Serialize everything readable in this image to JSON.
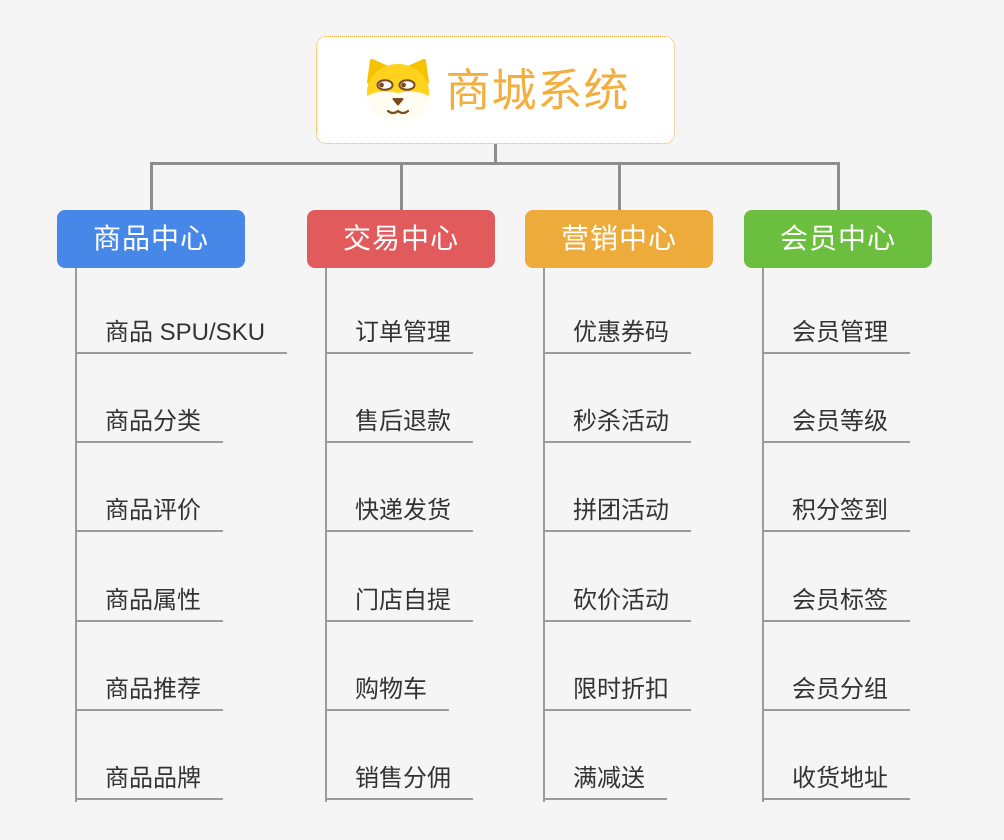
{
  "root": {
    "title": "商城系统",
    "icon": "dog-face-icon",
    "title_color": "#f2af3e",
    "border_color": "#f2a63c"
  },
  "connector_color": "#8d8d8d",
  "underline_color": "#9b9b9b",
  "item_text_color": "#333333",
  "background_color": "#f5f5f6",
  "branches": [
    {
      "label": "商品中心",
      "color": "#4687e8",
      "items": [
        "商品 SPU/SKU",
        "商品分类",
        "商品评价",
        "商品属性",
        "商品推荐",
        "商品品牌"
      ]
    },
    {
      "label": "交易中心",
      "color": "#e25b5c",
      "items": [
        "订单管理",
        "售后退款",
        "快递发货",
        "门店自提",
        "购物车",
        "销售分佣"
      ]
    },
    {
      "label": "营销中心",
      "color": "#edab3c",
      "items": [
        "优惠券码",
        "秒杀活动",
        "拼团活动",
        "砍价活动",
        "限时折扣",
        "满减送"
      ]
    },
    {
      "label": "会员中心",
      "color": "#6cbe3e",
      "items": [
        "会员管理",
        "会员等级",
        "积分签到",
        "会员标签",
        "会员分组",
        "收货地址"
      ]
    }
  ]
}
